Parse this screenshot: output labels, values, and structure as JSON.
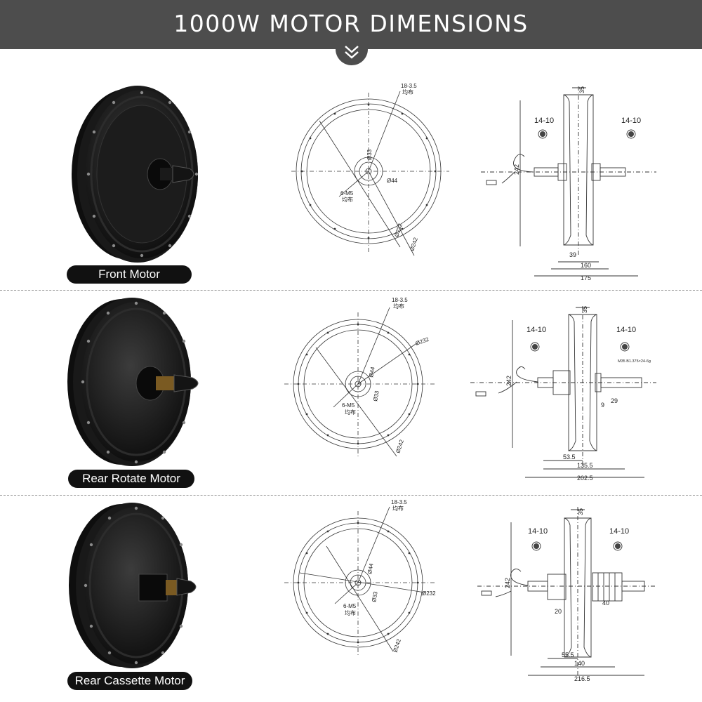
{
  "header": {
    "title": "1000W MOTOR DIMENSIONS"
  },
  "colors": {
    "banner": "#4d4d4d",
    "pill": "#111111",
    "line": "#333333"
  },
  "sections": [
    {
      "label": "Front Motor",
      "face": {
        "holes": "18-3.5",
        "holes_note": "均布",
        "d1": "Ø33",
        "d2": "Ø44",
        "screws": "6-M5",
        "screws_note": "均布",
        "d3": "Ø232",
        "d4": "Ø242"
      },
      "side": {
        "dim_top": "35",
        "hole_left": "14-10",
        "hole_right": "14-10",
        "height": "242",
        "dim_a": "39",
        "dim_b": "160",
        "dim_c": "175"
      }
    },
    {
      "label": "Rear Rotate Motor",
      "face": {
        "holes": "18-3.5",
        "holes_note": "均布",
        "d1": "Ø44",
        "d2": "Ø33",
        "screws": "6-M5",
        "screws_note": "均布",
        "d3": "Ø232",
        "d4": "Ø242"
      },
      "side": {
        "dim_top": "35",
        "hole_left": "14-10",
        "hole_right": "14-10",
        "height": "242",
        "thread": "M35 B1.375×24-6g",
        "dim_s1": "9",
        "dim_s2": "29",
        "dim_a": "53.5",
        "dim_b": "135.5",
        "dim_c": "202.5"
      }
    },
    {
      "label": "Rear Cassette Motor",
      "face": {
        "holes": "18-3.5",
        "holes_note": "均布",
        "d1": "Ø44",
        "d2": "Ø33",
        "screws": "6-M5",
        "screws_note": "均布",
        "d3": "Ø232",
        "d4": "Ø242"
      },
      "side": {
        "dim_top": "35",
        "hole_left": "14-10",
        "hole_right": "14-10",
        "height": "242",
        "dim_s1": "20",
        "dim_s2": "40",
        "dim_a": "55.5",
        "dim_b": "140",
        "dim_c": "216.5"
      }
    }
  ]
}
